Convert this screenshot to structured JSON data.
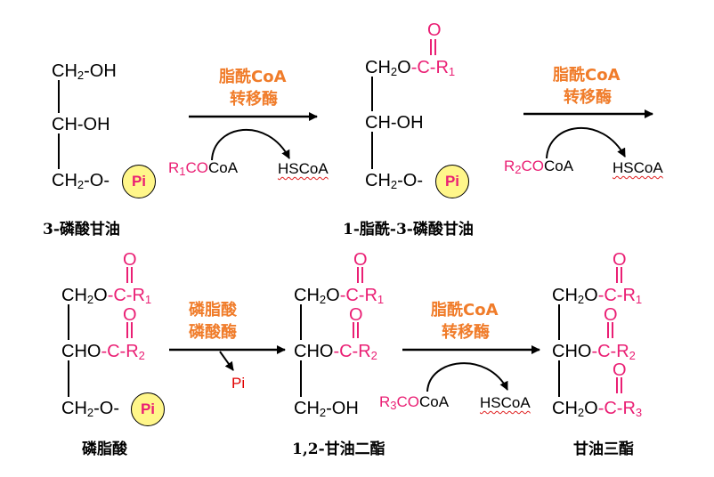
{
  "glycerol3p": {
    "top": "CH",
    "top_sub": "2",
    "top_suffix": "-OH",
    "mid": "CH-OH",
    "bot": "CH",
    "bot_sub": "2",
    "bot_suffix": "-O-",
    "pi": "Pi",
    "name": "3-磷酸甘油"
  },
  "acyl_glycerol3p": {
    "top": "CH",
    "top_sub": "2",
    "top_suffix": "O",
    "acyl": "-C-R",
    "acyl_sub": "1",
    "carbonyl_o": "O",
    "mid": "CH-OH",
    "bot": "CH",
    "bot_sub": "2",
    "bot_suffix": "-O-",
    "pi": "Pi",
    "name": "1-脂酰-3-磷酸甘油"
  },
  "phosphatidic_acid": {
    "top": "CH",
    "top_sub": "2",
    "top_suffix": "O",
    "acyl1": "-C-R",
    "acyl1_sub": "1",
    "carbonyl1_o": "O",
    "mid": "CHO",
    "acyl2": "-C-R",
    "acyl2_sub": "2",
    "carbonyl2_o": "O",
    "bot": "CH",
    "bot_sub": "2",
    "bot_suffix": "-O-",
    "pi": "Pi",
    "name": "磷脂酸"
  },
  "diacylglycerol": {
    "top": "CH",
    "top_sub": "2",
    "top_suffix": "O",
    "acyl1": "-C-R",
    "acyl1_sub": "1",
    "carbonyl1_o": "O",
    "mid": "CHO",
    "acyl2": "-C-R",
    "acyl2_sub": "2",
    "carbonyl2_o": "O",
    "bot": "CH",
    "bot_sub": "2",
    "bot_suffix": "-OH",
    "name": "1,2-甘油二酯"
  },
  "triacylglycerol": {
    "top": "CH",
    "top_sub": "2",
    "top_suffix": "O",
    "acyl1": "-C-R",
    "acyl1_sub": "1",
    "carbonyl1_o": "O",
    "mid": "CHO",
    "acyl2": "-C-R",
    "acyl2_sub": "2",
    "carbonyl2_o": "O",
    "bot": "CH",
    "bot_sub": "2",
    "bot_suffix": "O",
    "acyl3": "-C-R",
    "acyl3_sub": "3",
    "carbonyl3_o": "O",
    "name": "甘油三酯"
  },
  "reaction1": {
    "enzyme_line1": "脂酰CoA",
    "enzyme_line2": "转移酶",
    "substrate_r": "R",
    "substrate_r_sub": "1",
    "substrate_co": "CO",
    "substrate_coa": "CoA",
    "product": "HSCoA"
  },
  "reaction2": {
    "enzyme_line1": "脂酰CoA",
    "enzyme_line2": "转移酶",
    "substrate_r": "R",
    "substrate_r_sub": "2",
    "substrate_co": "CO",
    "substrate_coa": "CoA",
    "product": "HSCoA"
  },
  "reaction3": {
    "enzyme_line1": "磷脂酸",
    "enzyme_line2": "磷酸酶",
    "product": "Pi"
  },
  "reaction4": {
    "enzyme_line1": "脂酰CoA",
    "enzyme_line2": "转移酶",
    "substrate_r": "R",
    "substrate_r_sub": "3",
    "substrate_co": "CO",
    "substrate_coa": "CoA",
    "product": "HSCoA"
  },
  "colors": {
    "acyl": "#ea1f74",
    "enzyme": "#f07c2a",
    "pi_fill": "#fff68a",
    "pi_product": "#e00000"
  }
}
